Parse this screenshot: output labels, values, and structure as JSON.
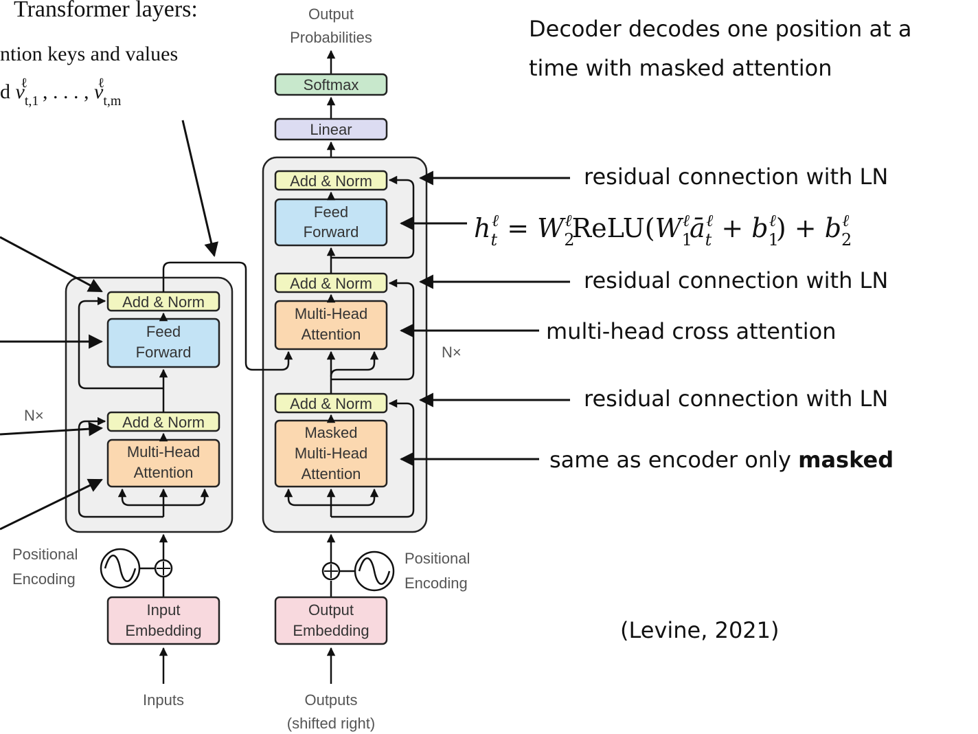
{
  "top_left": {
    "heading_fragment": "Transformer layers:",
    "line1": "ntion keys and values",
    "line2_prefix": "d ",
    "line2_math": "v",
    "line2_sub1": "t,1",
    "line2_sup": "ℓ",
    "line2_mid": ", . . . , ",
    "line2_math2": "v",
    "line2_sub2": "t,m",
    "line2_sup2": "ℓ"
  },
  "decoder_note": {
    "line1": "Decoder decodes one position at a",
    "line2": "time with masked attention"
  },
  "annotations": {
    "residual_1": "residual connection with LN",
    "residual_2": "residual connection with LN",
    "residual_3": "residual connection with LN",
    "cross_attention": "multi-head cross attention",
    "masked_prefix": "same as encoder only ",
    "masked_bold": "masked",
    "citation": "(Levine, 2021)"
  },
  "formula": {
    "h": "h",
    "h_sub": "t",
    "h_sup": "ℓ",
    "eq": " = ",
    "W2": "W",
    "W2_sub": "2",
    "W2_sup": "ℓ",
    "relu": "ReLU(",
    "W1": "W",
    "W1_sub": "1",
    "W1_sup": "ℓ",
    "a": "ā",
    "a_sub": "t",
    "a_sup": "ℓ",
    "plus1": " + ",
    "b1": "b",
    "b1_sub": "1",
    "b1_sup": "ℓ",
    "close": ") + ",
    "b2": "b",
    "b2_sub": "2",
    "b2_sup": "ℓ"
  },
  "decoder": {
    "output_probabilities_1": "Output",
    "output_probabilities_2": "Probabilities",
    "softmax": "Softmax",
    "linear": "Linear",
    "add_norm_top": "Add & Norm",
    "feed_forward_1": "Feed",
    "feed_forward_2": "Forward",
    "add_norm_mid": "Add & Norm",
    "mha_1": "Multi-Head",
    "mha_2": "Attention",
    "add_norm_low": "Add & Norm",
    "masked_1": "Masked",
    "masked_2": "Multi-Head",
    "masked_3": "Attention",
    "nx": "N×",
    "positional_1": "Positional",
    "positional_2": "Encoding",
    "embedding_1": "Output",
    "embedding_2": "Embedding",
    "outputs_1": "Outputs",
    "outputs_2": "(shifted right)"
  },
  "encoder": {
    "add_norm_top": "Add & Norm",
    "feed_forward_1": "Feed",
    "feed_forward_2": "Forward",
    "add_norm_low": "Add & Norm",
    "mha_1": "Multi-Head",
    "mha_2": "Attention",
    "nx": "N×",
    "positional_1": "Positional",
    "positional_2": "Encoding",
    "embedding_1": "Input",
    "embedding_2": "Embedding",
    "inputs": "Inputs"
  },
  "colors": {
    "add_norm": "#f2f6c0",
    "feed_forward": "#c3e3f5",
    "attention": "#fbd8b0",
    "embedding": "#f8d9de",
    "softmax": "#c8e8cc",
    "linear": "#dcdcf2",
    "block_bg": "#efefef"
  }
}
